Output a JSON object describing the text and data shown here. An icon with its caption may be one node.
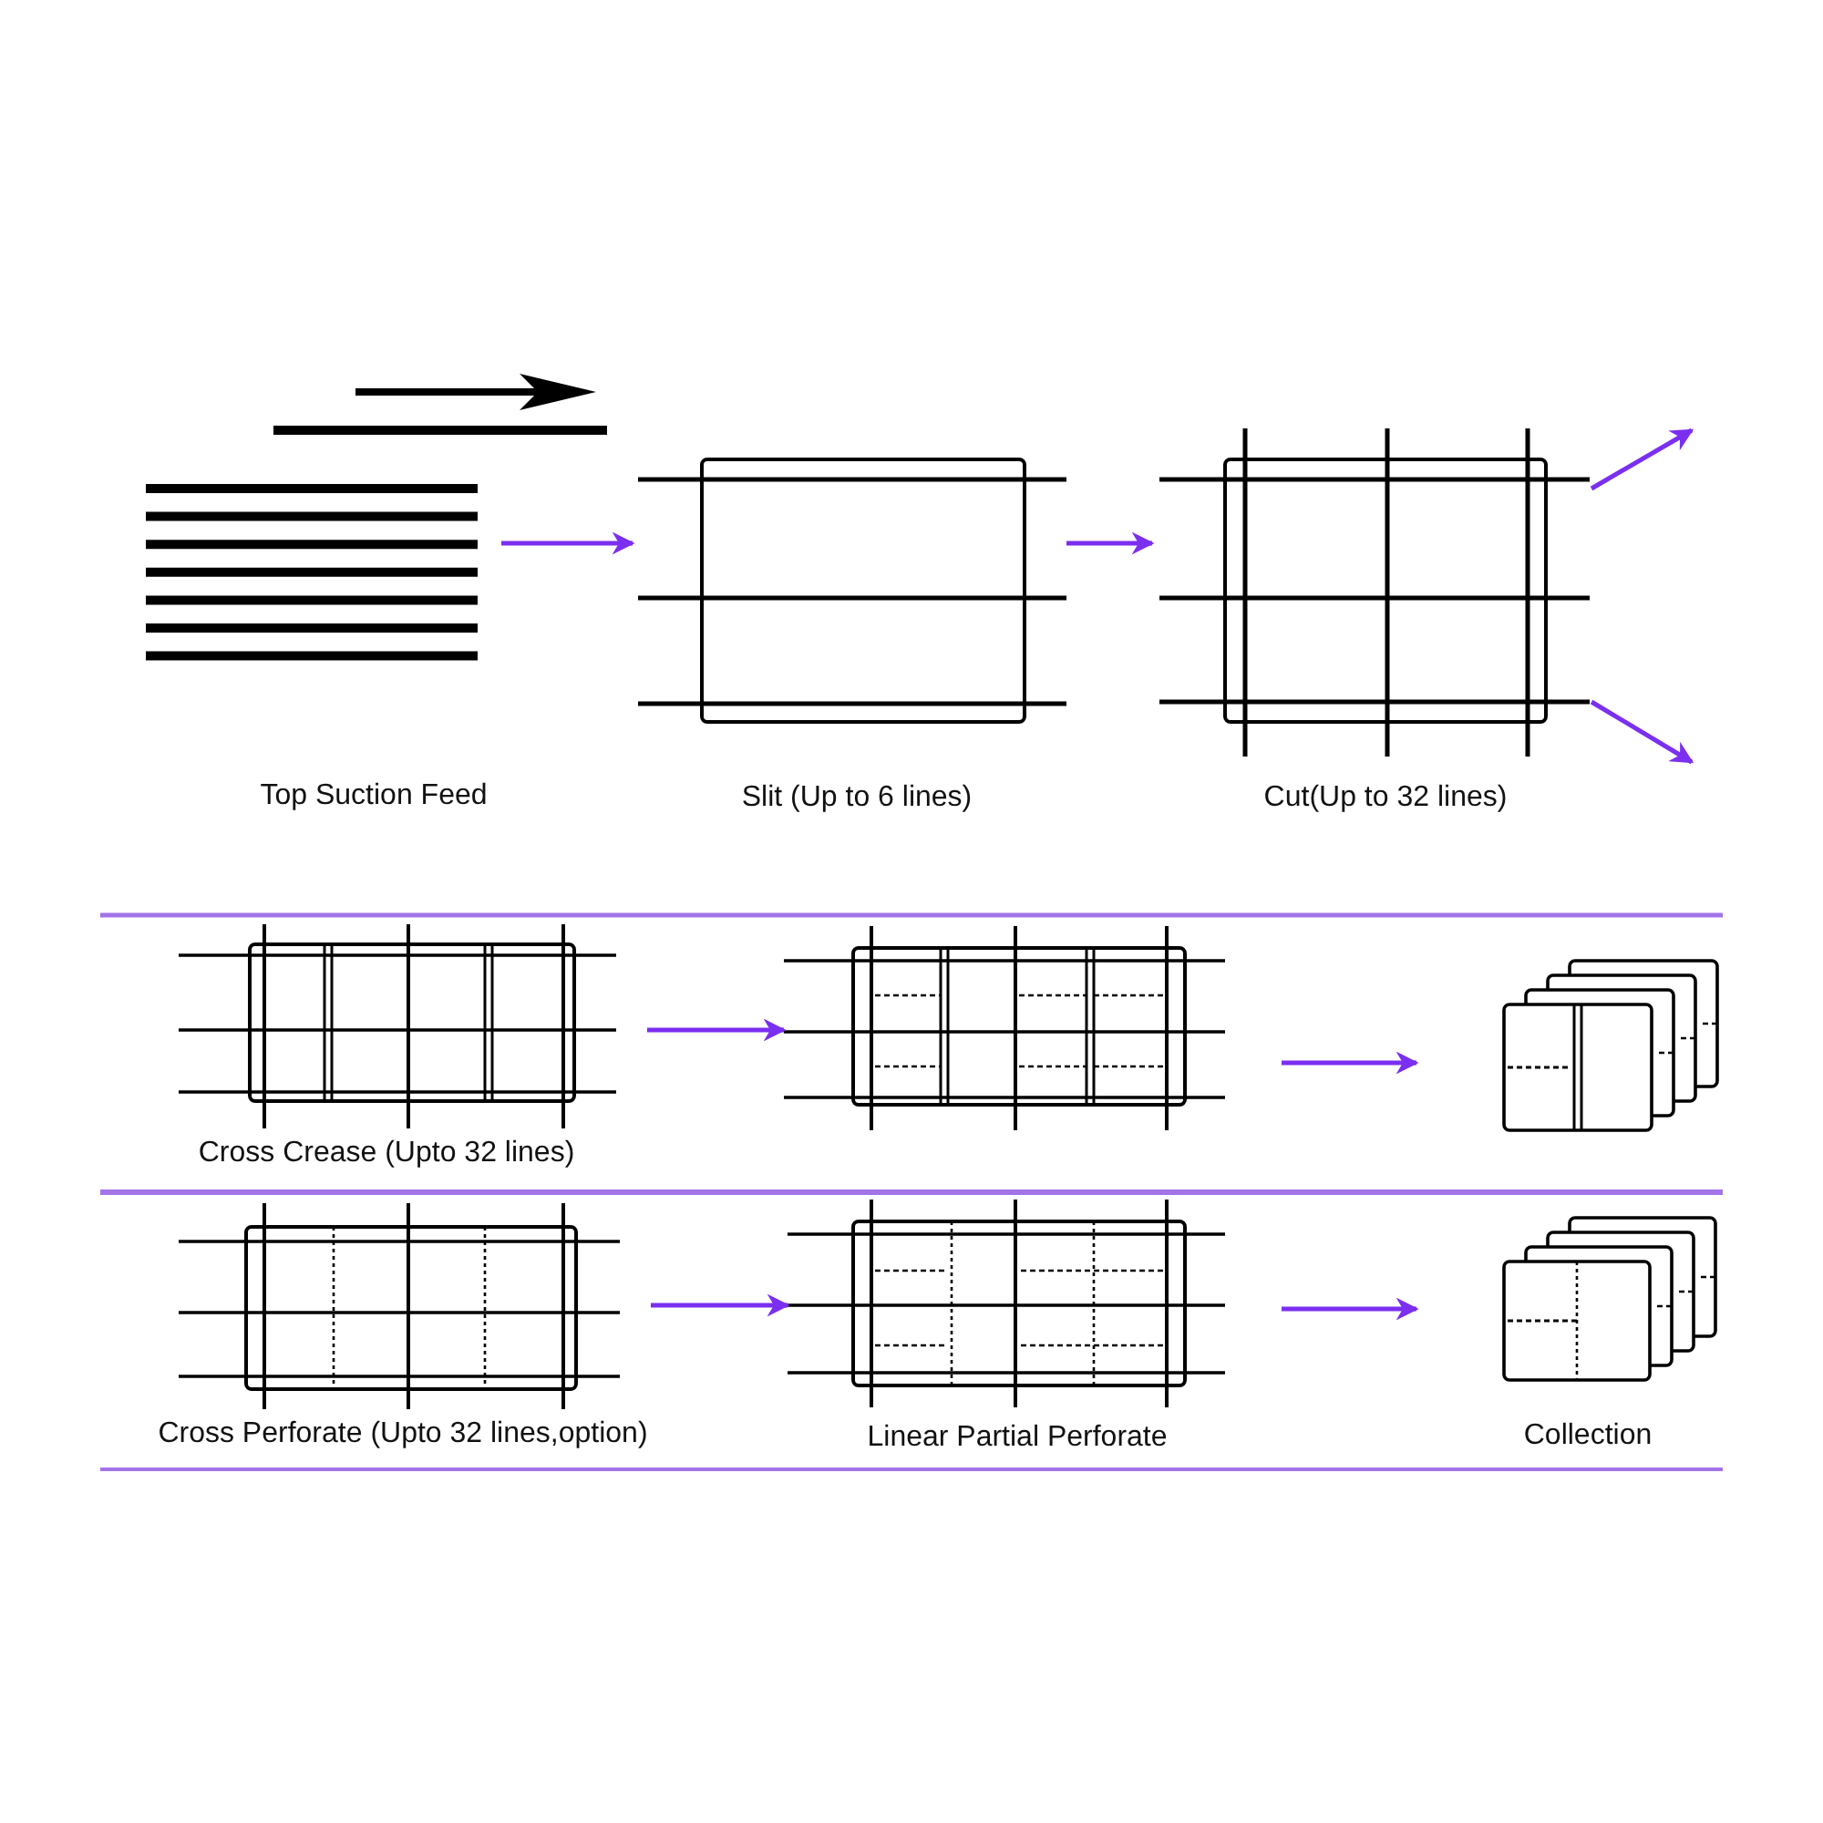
{
  "diagram": {
    "nodes": [
      {
        "text": [
          "Top Suction Feed"
        ]
      },
      {
        "text": [
          "Slit (Up to 6 lines)"
        ]
      },
      {
        "text": [
          "Cut(Up to 32 lines)"
        ]
      },
      {
        "text": [
          "Cross Crease (Upto 32 lines)"
        ]
      },
      {
        "text": [],
        "shape": "picture"
      },
      {
        "text": [],
        "shape": "picture"
      },
      {
        "text": [
          "Cross Perforate (Upto 32 lines,option)"
        ]
      },
      {
        "text": [
          "Linear Partial Perforate"
        ]
      },
      {
        "text": [
          "Collection"
        ]
      }
    ],
    "edges": [
      {
        "from": 0,
        "to": 1,
        "arrow": "to"
      },
      {
        "from": 1,
        "to": 2,
        "arrow": "to"
      },
      {
        "from": 2,
        "to": null,
        "arrow": "to"
      },
      {
        "from": 2,
        "to": null,
        "arrow": "to"
      },
      {
        "from": 3,
        "to": 4,
        "arrow": "to"
      },
      {
        "from": 4,
        "to": 5,
        "arrow": "to"
      },
      {
        "from": 6,
        "to": 7,
        "arrow": "to"
      },
      {
        "from": 7,
        "to": 8,
        "arrow": "to"
      }
    ]
  }
}
